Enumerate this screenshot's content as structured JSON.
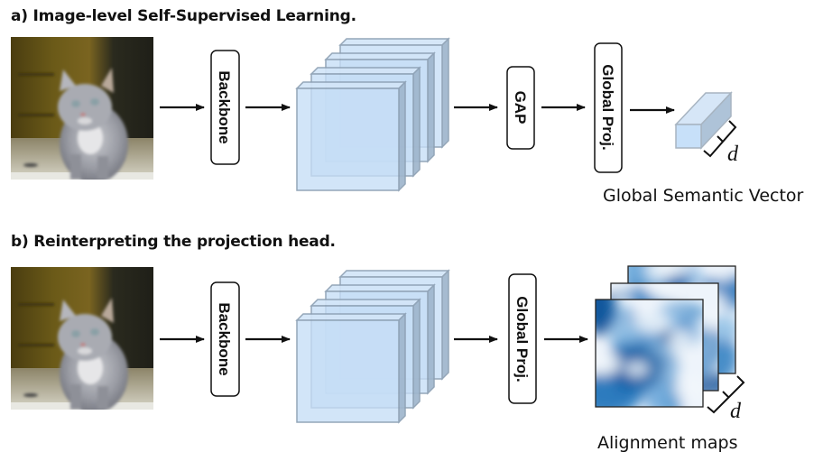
{
  "panels": [
    {
      "title": "a) Image-level Self-Supervised Learning.",
      "input": {
        "subject": "kitten photo"
      },
      "blocks": [
        "Backbone",
        "GAP",
        "Global Proj."
      ],
      "feature_maps": {
        "count": 4
      },
      "output": {
        "type": "vector",
        "dim_label": "d",
        "caption": "Global Semantic Vector"
      }
    },
    {
      "title": "b) Reinterpreting the projection head.",
      "input": {
        "subject": "kitten photo"
      },
      "blocks": [
        "Backbone",
        "Global Proj."
      ],
      "feature_maps": {
        "count": 4
      },
      "output": {
        "type": "maps",
        "dim_label": "d",
        "caption": "Alignment maps"
      }
    }
  ],
  "colors": {
    "feature_face": "#c5ddf6",
    "feature_edge": "#8c9fb3",
    "heatmap_dark": "#0b4f96",
    "heatmap_light": "#eef4fb"
  }
}
